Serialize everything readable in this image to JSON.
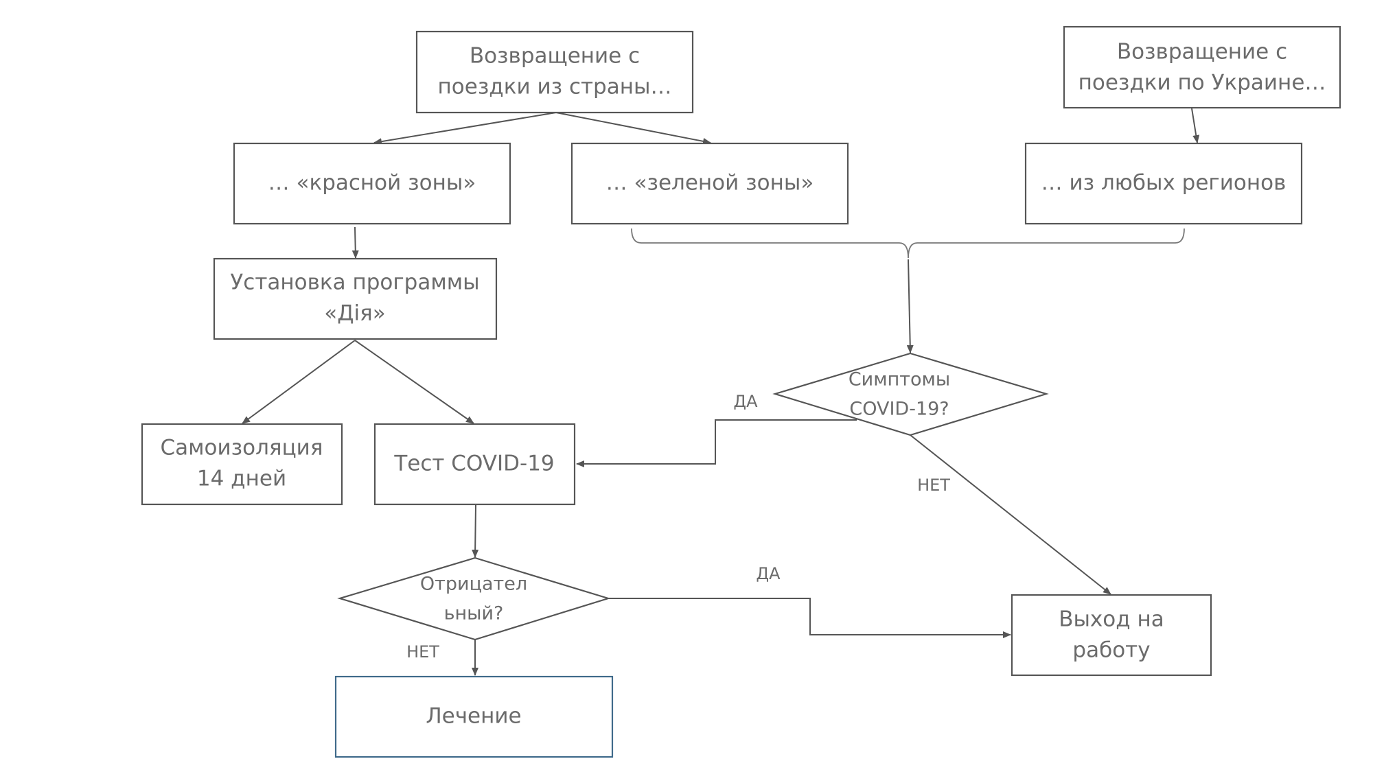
{
  "nodes": {
    "trip_abroad": {
      "line1": "Возвращение с",
      "line2": "поездки из страны…"
    },
    "trip_ukraine": {
      "line1": "Возвращение с",
      "line2": "поездки по Украине…"
    },
    "red_zone": {
      "label": "… «красной зоны»"
    },
    "green_zone": {
      "label": "… «зеленой зоны»"
    },
    "any_region": {
      "label": "… из любых регионов"
    },
    "install_app": {
      "line1": "Установка программы",
      "line2": "«Дія»"
    },
    "self_isolation": {
      "line1": "Самоизоляция",
      "line2": "14 дней"
    },
    "covid_test": {
      "label": "Тест COVID-19"
    },
    "symptoms": {
      "line1": "Симптомы",
      "line2": "COVID-19?"
    },
    "negative": {
      "line1": "Отрицател",
      "line2": "ьный?"
    },
    "work": {
      "line1": "Выход на",
      "line2": "работу"
    },
    "treatment": {
      "label": "Лечение"
    }
  },
  "edge_labels": {
    "symptoms_yes": "ДА",
    "symptoms_no": "НЕТ",
    "negative_yes": "ДА",
    "negative_no": "НЕТ"
  }
}
